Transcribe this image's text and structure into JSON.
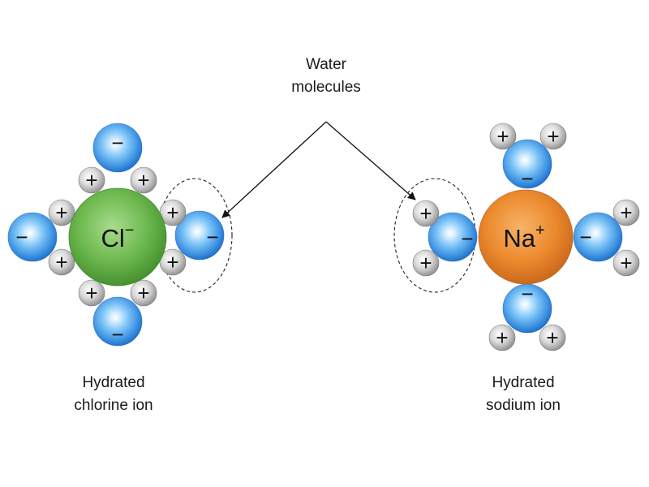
{
  "title": {
    "line1": "Water",
    "line2": "molecules"
  },
  "chloride": {
    "symbol": "Cl",
    "charge": "−",
    "caption_line1": "Hydrated",
    "caption_line2": "chlorine ion"
  },
  "sodium": {
    "symbol": "Na",
    "charge": "+",
    "caption_line1": "Hydrated",
    "caption_line2": "sodium ion"
  },
  "signs": {
    "oxygen": "−",
    "hydrogen": "+"
  },
  "colors": {
    "chloride_ion": "#6cb84e",
    "sodium_ion": "#ec8a2e",
    "oxygen": "#3f8fe0",
    "hydrogen": "#c8c8c8",
    "arrow": "#111111"
  }
}
